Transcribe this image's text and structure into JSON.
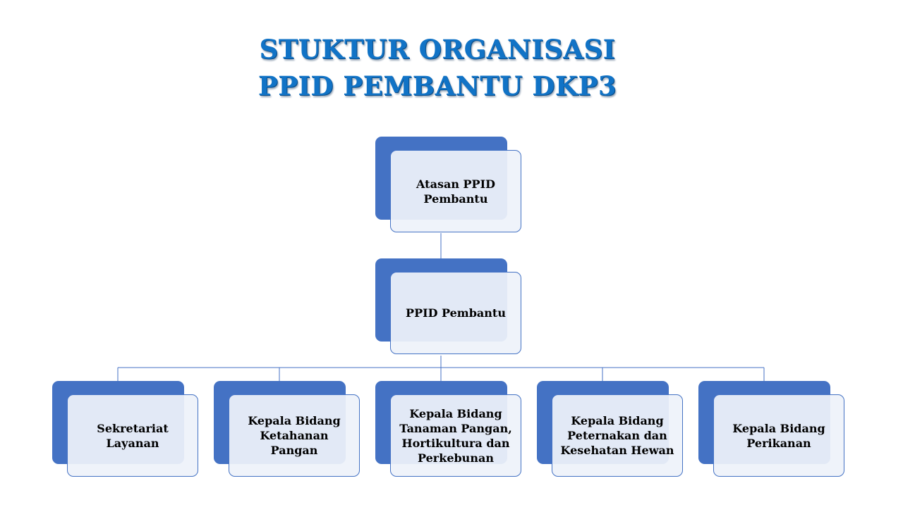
{
  "title": {
    "line1": "STUKTUR ORGANISASI",
    "line2": "PPID PEMBANTU DKP3"
  },
  "org": {
    "top": {
      "label": "Atasan PPID\nPembantu"
    },
    "middle": {
      "label": "PPID Pembantu"
    },
    "children": [
      {
        "label": "Sekretariat\nLayanan"
      },
      {
        "label": "Kepala Bidang\nKetahanan\nPangan"
      },
      {
        "label": "Kepala Bidang\nTanaman Pangan,\nHortikultura dan\nPerkebunan"
      },
      {
        "label": "Kepala Bidang\nPeternakan dan\nKesehatan Hewan"
      },
      {
        "label": "Kepala Bidang\nPerikanan"
      }
    ]
  },
  "colors": {
    "title": "#1173c6",
    "box_back": "#4472c4",
    "box_front": "#eef2fa",
    "connector": "#4472c4"
  }
}
